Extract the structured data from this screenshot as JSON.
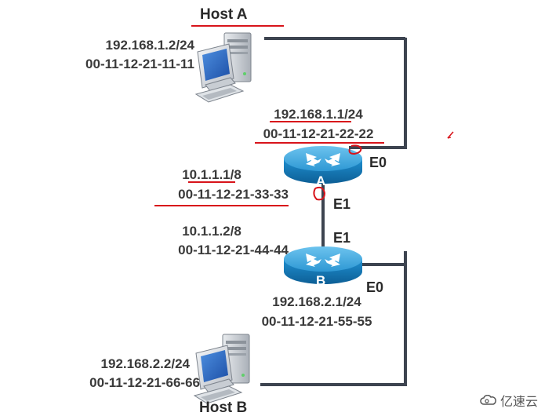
{
  "host_a": {
    "name": "Host A",
    "ip": "192.168.1.2/24",
    "mac": "00-11-12-21-11-11"
  },
  "router_a": {
    "name": "A",
    "e0_ip": "192.168.1.1/24",
    "e0_mac": "00-11-12-21-22-22",
    "e0_label": "E0",
    "e1_ip": "10.1.1.1/8",
    "e1_mac": "00-11-12-21-33-33",
    "e1_label": "E1"
  },
  "router_b": {
    "name": "B",
    "e1_ip": "10.1.1.2/8",
    "e1_mac": "00-11-12-21-44-44",
    "e1_label": "E1",
    "e0_ip": "192.168.2.1/24",
    "e0_mac": "00-11-12-21-55-55",
    "e0_label": "E0"
  },
  "host_b": {
    "name": "Host B",
    "ip": "192.168.2.2/24",
    "mac": "00-11-12-21-66-66"
  },
  "watermark": {
    "text": "亿速云"
  },
  "colors": {
    "annotation": "#d8141b",
    "link": "#3d4450",
    "router_body": "#1a86c4",
    "router_top": "#43abe0"
  }
}
